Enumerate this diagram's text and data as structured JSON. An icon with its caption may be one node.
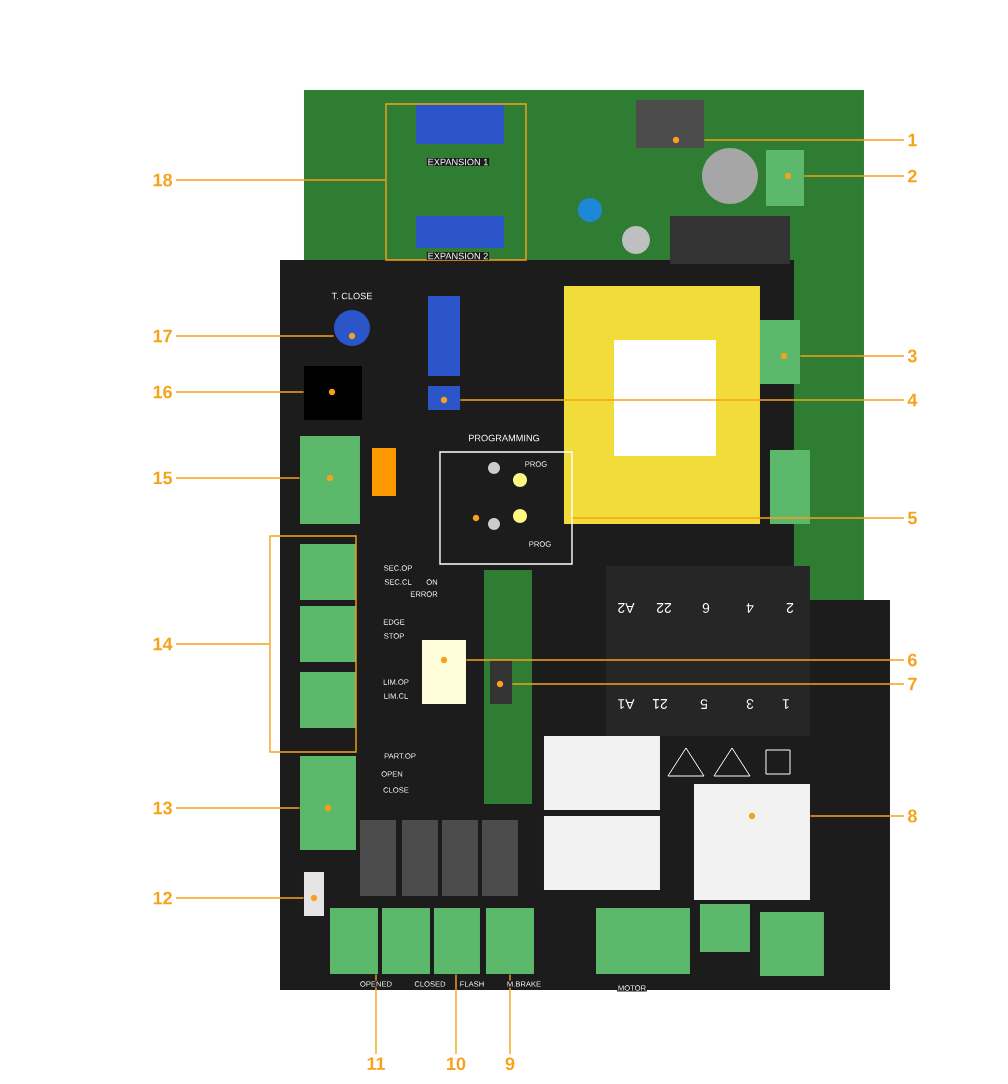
{
  "diagram": {
    "nodes": [
      {
        "text": [
          "1"
        ]
      },
      {
        "text": [
          "2"
        ]
      },
      {
        "text": [
          "3"
        ]
      },
      {
        "text": [
          "4"
        ]
      },
      {
        "text": [
          "5"
        ]
      },
      {
        "text": [
          "6"
        ]
      },
      {
        "text": [
          "7"
        ]
      },
      {
        "text": [
          "8"
        ]
      },
      {
        "text": [
          "9"
        ]
      },
      {
        "text": [
          "10"
        ]
      },
      {
        "text": [
          "11"
        ]
      },
      {
        "text": [
          "12"
        ]
      },
      {
        "text": [
          "13"
        ]
      },
      {
        "text": [
          "14"
        ]
      },
      {
        "text": [
          "15"
        ]
      },
      {
        "text": [
          "16"
        ]
      },
      {
        "text": [
          "17"
        ]
      },
      {
        "text": [
          "18"
        ]
      },
      {
        "text": [],
        "shape": "box"
      },
      {
        "text": [],
        "shape": "box"
      },
      {
        "text": [],
        "shape": "box"
      },
      {
        "text": [],
        "shape": "box"
      },
      {
        "text": [],
        "shape": "box"
      },
      {
        "text": [],
        "shape": "box"
      },
      {
        "text": [
          "PROGRAMMING",
          "PROG",
          "PROG"
        ]
      },
      {
        "text": [],
        "shape": "box"
      },
      {
        "text": [],
        "shape": "box"
      },
      {
        "text": [],
        "shape": "box"
      },
      {
        "text": [],
        "shape": "box"
      },
      {
        "text": [],
        "shape": "box"
      },
      {
        "text": [],
        "shape": "box"
      },
      {
        "text": [],
        "shape": "box"
      },
      {
        "text": [],
        "shape": "box"
      },
      {
        "text": [],
        "shape": "box"
      },
      {
        "text": [],
        "shape": "box"
      },
      {
        "text": [],
        "shape": "circle"
      },
      {
        "text": [],
        "shape": "box"
      },
      {
        "text": [],
        "shape": "box"
      }
    ],
    "edges": [
      {
        "from": 0,
        "to": 20,
        "arrow": "none"
      },
      {
        "from": 1,
        "to": 21,
        "arrow": "none"
      },
      {
        "from": 2,
        "to": 22,
        "arrow": "none"
      },
      {
        "from": 3,
        "to": 23,
        "arrow": "none"
      },
      {
        "from": 4,
        "to": 24,
        "arrow": "none"
      },
      {
        "from": 5,
        "to": 25,
        "arrow": "none"
      },
      {
        "from": 6,
        "to": 26,
        "arrow": "none"
      },
      {
        "from": 7,
        "to": 27,
        "arrow": "none"
      },
      {
        "from": 8,
        "to": 28,
        "arrow": "none"
      },
      {
        "from": 9,
        "to": 29,
        "arrow": "none"
      },
      {
        "from": 10,
        "to": 30,
        "arrow": "none"
      },
      {
        "from": 11,
        "to": 31,
        "arrow": "none"
      },
      {
        "from": 12,
        "to": 32,
        "arrow": "none"
      },
      {
        "from": 13,
        "to": 19,
        "arrow": "none"
      },
      {
        "from": 14,
        "to": 33,
        "arrow": "none"
      },
      {
        "from": 15,
        "to": 34,
        "arrow": "none"
      },
      {
        "from": 16,
        "to": 35,
        "arrow": "none"
      },
      {
        "from": 17,
        "to": 18,
        "arrow": "none"
      }
    ],
    "labels": [
      "EXPANSION 1",
      "EXPANSION 2",
      "T. CLOSE",
      "SEC.OP",
      "SEC.CL",
      "ON",
      "ERROR",
      "EDGE",
      "STOP",
      "LIM.OP",
      "LIM.CL",
      "PART.OP",
      "OPEN",
      "CLOSE",
      "A2",
      "22",
      "6",
      "4",
      "2",
      "A1",
      "21",
      "5",
      "3",
      "1",
      "OPENED",
      "CLOSED",
      "FLASH",
      "M.BRAKE",
      "MOTOR"
    ]
  }
}
